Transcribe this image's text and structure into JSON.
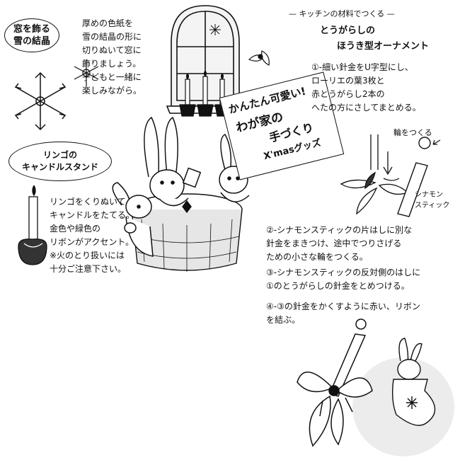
{
  "snow": {
    "title": "窓を飾る\n雪の結晶",
    "body": "厚めの色紙を\n雪の結晶の形に\n切りぬいて窓に\n飾りましょう。\n子どもと一緒に\n楽しみながら。"
  },
  "apple": {
    "title": "リンゴの\nキャンドルスタンド",
    "body": "リンゴをくりぬいて\nキャンドルをたてる。\n金色や緑色の\nリボンがアクセント。\n※火のとり扱いには\n十分ご注意下さい。"
  },
  "card": {
    "line1": "かんたん可愛い!",
    "line2": "わが家の",
    "line3": "手づくり",
    "line4": "X'masグッズ"
  },
  "ornament": {
    "header1": "キッチンの材料でつくる",
    "header2": "とうがらしの",
    "header3": "ほうき型オーナメント",
    "step1": "①-細い針金をU字型にし、\nローリエの葉3枚と\n赤とうがらし2本の\nへたの方にさしてまとめる。",
    "ring_label": "輪をつくる",
    "cinnamon_label": "シナモン\nスティック",
    "step2": "②-シナモンスティックの片はしに別な\n針金をまきつけ、途中でつりさげる\nための小さな輪をつくる。",
    "step3": "③-シナモンスティックの反対側のはしに\n①のとうがらしの針金をとめつける。",
    "step4": "④-③の針金をかくすように赤い、リボン\nを結ぶ。"
  }
}
